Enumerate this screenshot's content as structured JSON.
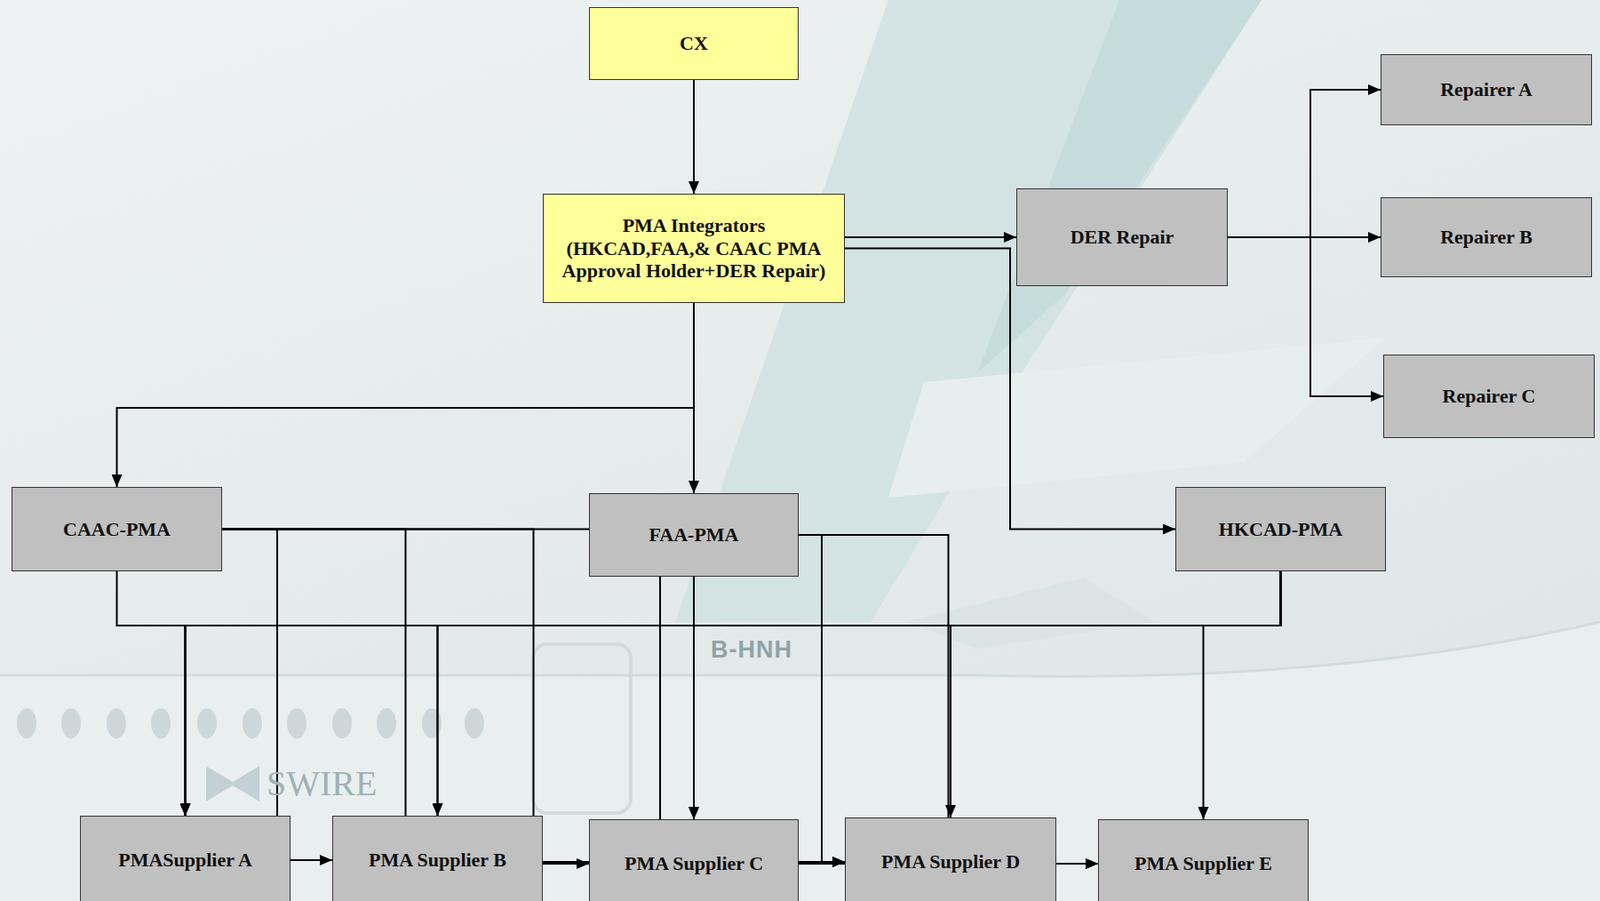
{
  "diagram": {
    "nodes": [
      {
        "text": [
          "CX"
        ]
      },
      {
        "text": [
          "PMA Integrators (HKCAD,FAA,& CAAC PMA Approval Holder+DER Repair)"
        ]
      },
      {
        "text": [
          "DER Repair"
        ]
      },
      {
        "text": [
          "Repairer A"
        ]
      },
      {
        "text": [
          "Repairer B"
        ]
      },
      {
        "text": [
          "Repairer C"
        ]
      },
      {
        "text": [
          "CAAC-PMA"
        ]
      },
      {
        "text": [
          "FAA-PMA"
        ]
      },
      {
        "text": [
          "HKCAD-PMA"
        ]
      },
      {
        "text": [
          "PMASupplier A"
        ]
      },
      {
        "text": [
          "PMA Supplier B"
        ]
      },
      {
        "text": [
          "PMA Supplier C"
        ]
      },
      {
        "text": [
          "PMA Supplier D"
        ]
      },
      {
        "text": [
          "PMA Supplier E"
        ]
      }
    ],
    "edges": [
      {
        "from": 0,
        "to": 1,
        "arrow": "to"
      },
      {
        "from": 1,
        "to": 2,
        "arrow": "to"
      },
      {
        "from": 2,
        "to": 3,
        "arrow": "to"
      },
      {
        "from": 2,
        "to": 4,
        "arrow": "to"
      },
      {
        "from": 2,
        "to": 5,
        "arrow": "to"
      },
      {
        "from": 1,
        "to": 6,
        "arrow": "to"
      },
      {
        "from": 1,
        "to": 7,
        "arrow": "to"
      },
      {
        "from": 1,
        "to": 8,
        "arrow": "to"
      },
      {
        "from": 6,
        "to": 9,
        "arrow": "to"
      },
      {
        "from": 6,
        "to": 10,
        "arrow": "to"
      },
      {
        "from": 6,
        "to": 11,
        "arrow": "to"
      },
      {
        "from": 6,
        "to": 12,
        "arrow": "to"
      },
      {
        "from": 6,
        "to": 13,
        "arrow": "to"
      },
      {
        "from": 7,
        "to": 9,
        "arrow": "to"
      },
      {
        "from": 7,
        "to": 10,
        "arrow": "to"
      },
      {
        "from": 7,
        "to": 11,
        "arrow": "to"
      },
      {
        "from": 7,
        "to": 12,
        "arrow": "to"
      },
      {
        "from": 7,
        "to": 13,
        "arrow": "to"
      },
      {
        "from": 8,
        "to": 9,
        "arrow": "to"
      },
      {
        "from": 8,
        "to": 10,
        "arrow": "to"
      },
      {
        "from": 8,
        "to": 11,
        "arrow": "to"
      },
      {
        "from": 8,
        "to": 12,
        "arrow": "to"
      },
      {
        "from": 8,
        "to": 13,
        "arrow": "to"
      }
    ],
    "labels": [
      "B-HNH",
      "SWIRE"
    ]
  }
}
